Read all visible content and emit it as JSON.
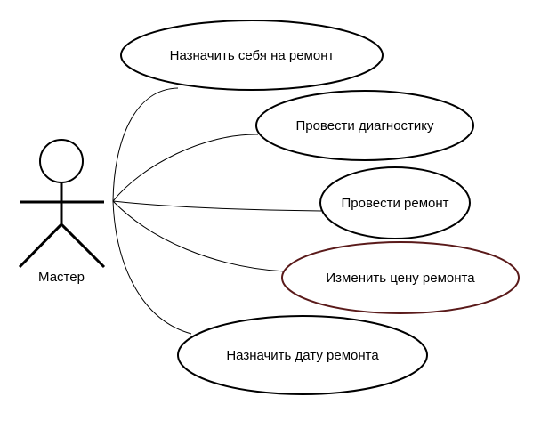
{
  "actor": {
    "label": "Мастер"
  },
  "use_cases": [
    {
      "label": "Назначить себя на ремонт"
    },
    {
      "label": "Провести диагностику"
    },
    {
      "label": "Провести ремонт"
    },
    {
      "label": "Изменить цену ремонта",
      "border_color": "#5a1a1a"
    },
    {
      "label": "Назначить дату ремонта"
    }
  ],
  "colors": {
    "stroke": "#000000",
    "background": "#ffffff"
  }
}
